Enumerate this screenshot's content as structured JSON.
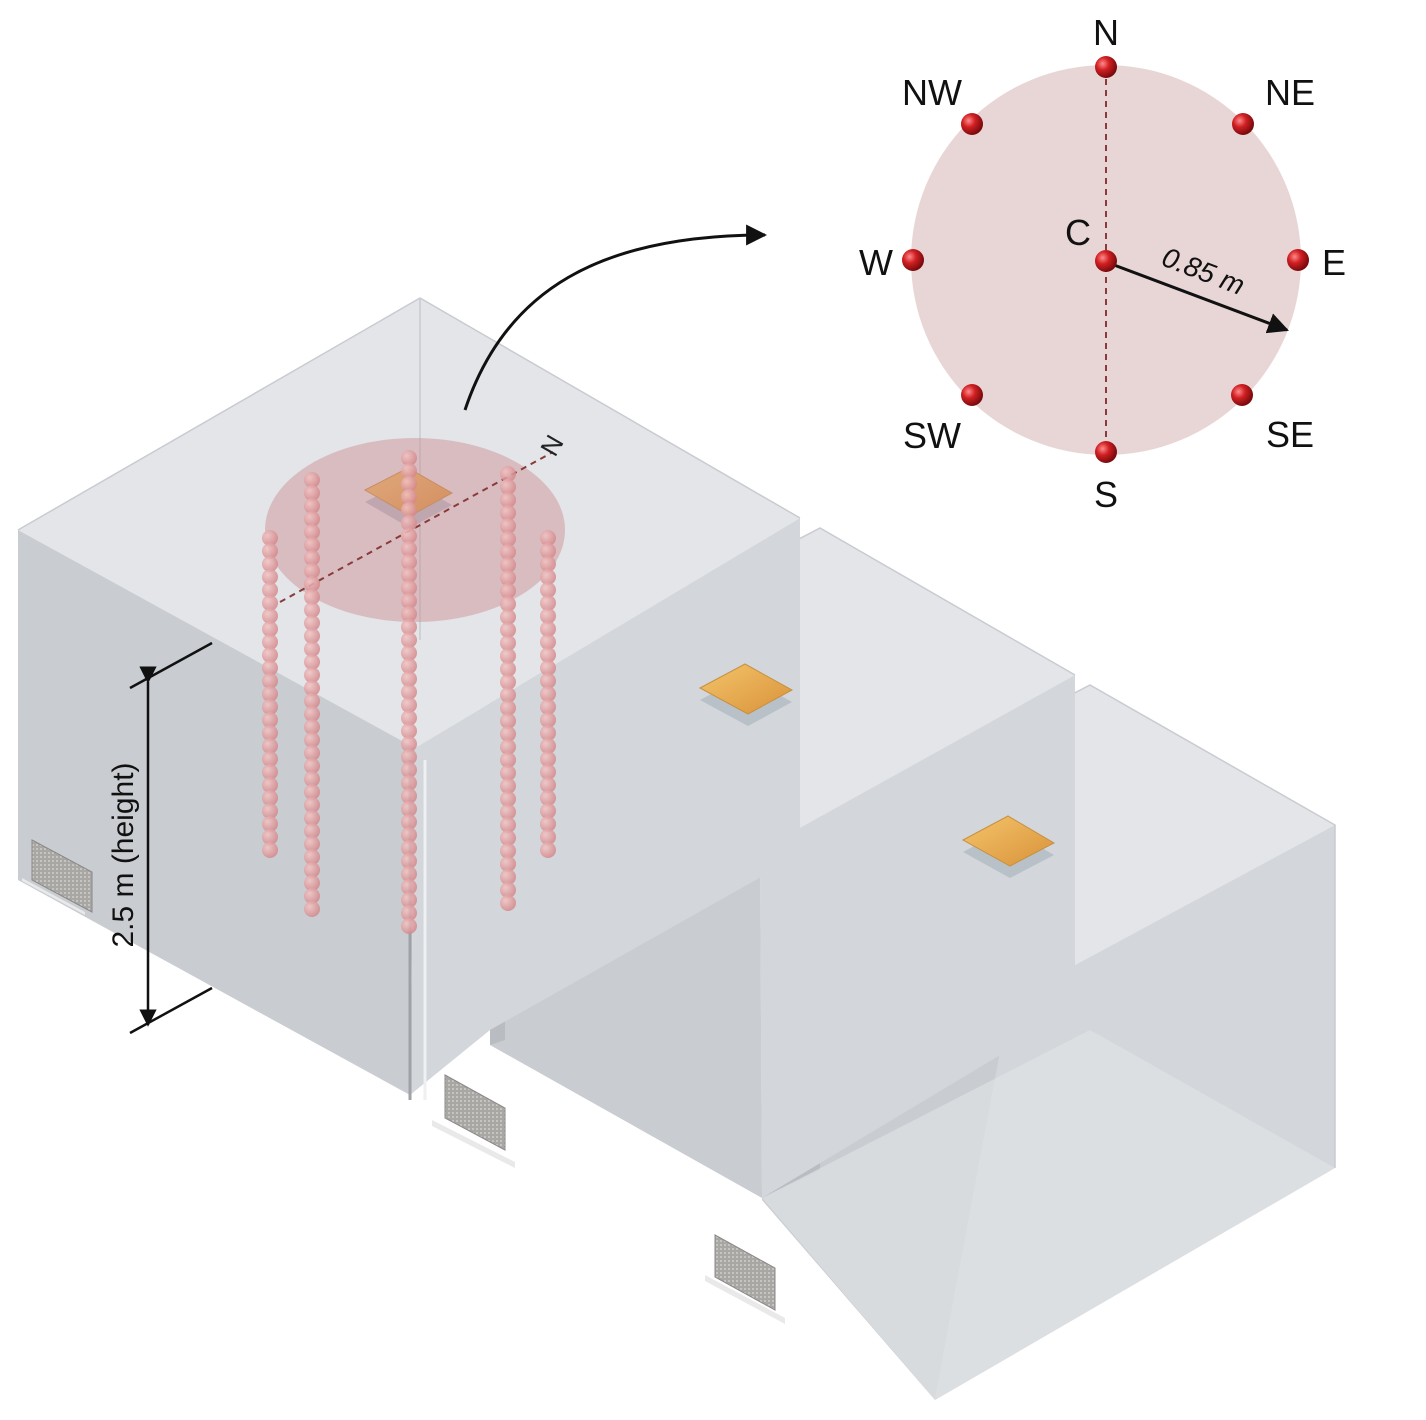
{
  "labels": {
    "north_marker": "N",
    "height_dimension": "2.5 m (height)",
    "center": "C",
    "radius": "0.85 m"
  },
  "compass_points": [
    {
      "id": "N",
      "label": "N"
    },
    {
      "id": "NE",
      "label": "NE"
    },
    {
      "id": "E",
      "label": "E"
    },
    {
      "id": "SE",
      "label": "SE"
    },
    {
      "id": "S",
      "label": "S"
    },
    {
      "id": "SW",
      "label": "SW"
    },
    {
      "id": "W",
      "label": "W"
    },
    {
      "id": "NW",
      "label": "NW"
    }
  ],
  "colors": {
    "sensor_red": "#d11f23",
    "measurement_disc": "#e8d6d7",
    "room_walls": "#d3d6da",
    "ceiling_panel": "#e0a44a",
    "dashed_axis": "#8a3a3a"
  }
}
